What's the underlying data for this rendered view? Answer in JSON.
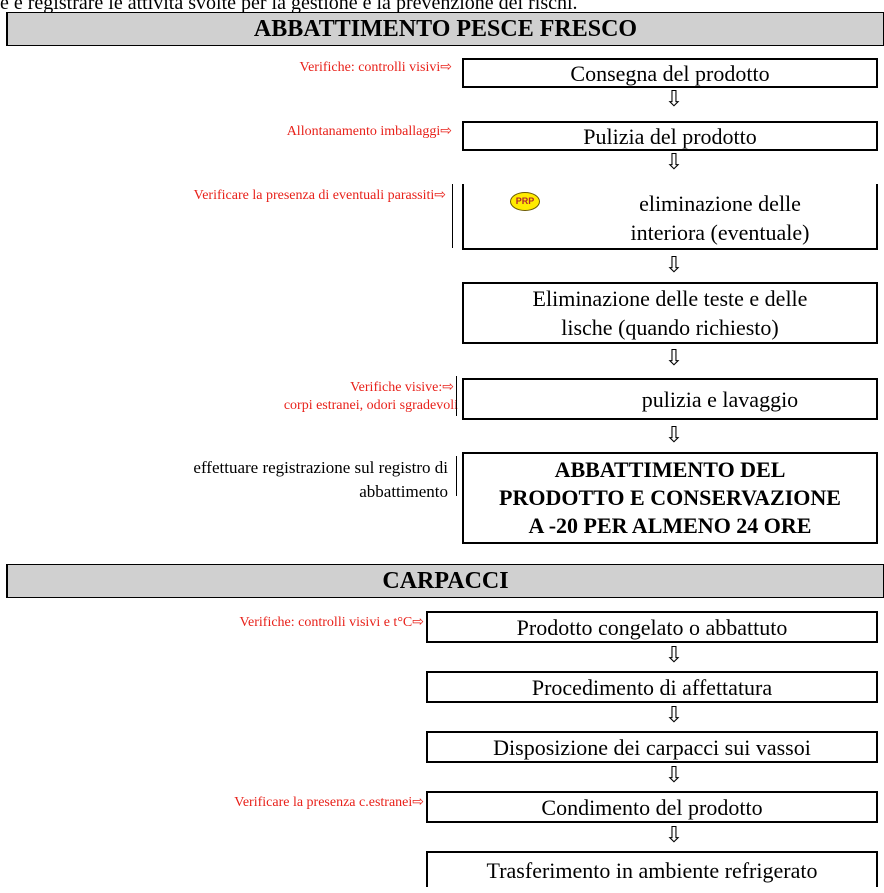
{
  "intro_text": "e e registrare le attività svolte per la gestione e la prevenzione dei rischi.",
  "section1": {
    "title": "ABBATTIMENTO PESCE FRESCO",
    "steps": [
      "Consegna del prodotto",
      "Pulizia del prodotto",
      "eliminazione delle",
      "interiora (eventuale)",
      "Eliminazione delle teste e delle",
      "lische (quando richiesto)",
      "pulizia e lavaggio",
      "ABBATTIMENTO DEL",
      "PRODOTTO E CONSERVAZIONE",
      "A -20 PER ALMENO 24 ORE"
    ],
    "notes": {
      "verifiche_visivi": "Verifiche: controlli visivi",
      "imballaggi": "Allontanamento imballaggi",
      "parassiti": "Verificare la presenza di eventuali parassiti",
      "visive_line1": "Verifiche visive:",
      "visive_line2": "corpi estranei, odori sgradevoli",
      "registrazione": "effettuare registrazione sul registro di abbattimento"
    },
    "badge": "PRP"
  },
  "section2": {
    "title": "CARPACCI",
    "steps": [
      "Prodotto congelato o abbattuto",
      "Procedimento di affettatura",
      "Disposizione dei carpacci sui vassoi",
      "Condimento del prodotto",
      "Trasferimento in ambiente refrigerato"
    ],
    "notes": {
      "temperatura": "Verifiche: controlli visivi e t°C",
      "estranei": "Verificare la presenza c.estranei"
    }
  },
  "symbols": {
    "arrow_down": "⇩",
    "arrow_right": "⇨"
  }
}
